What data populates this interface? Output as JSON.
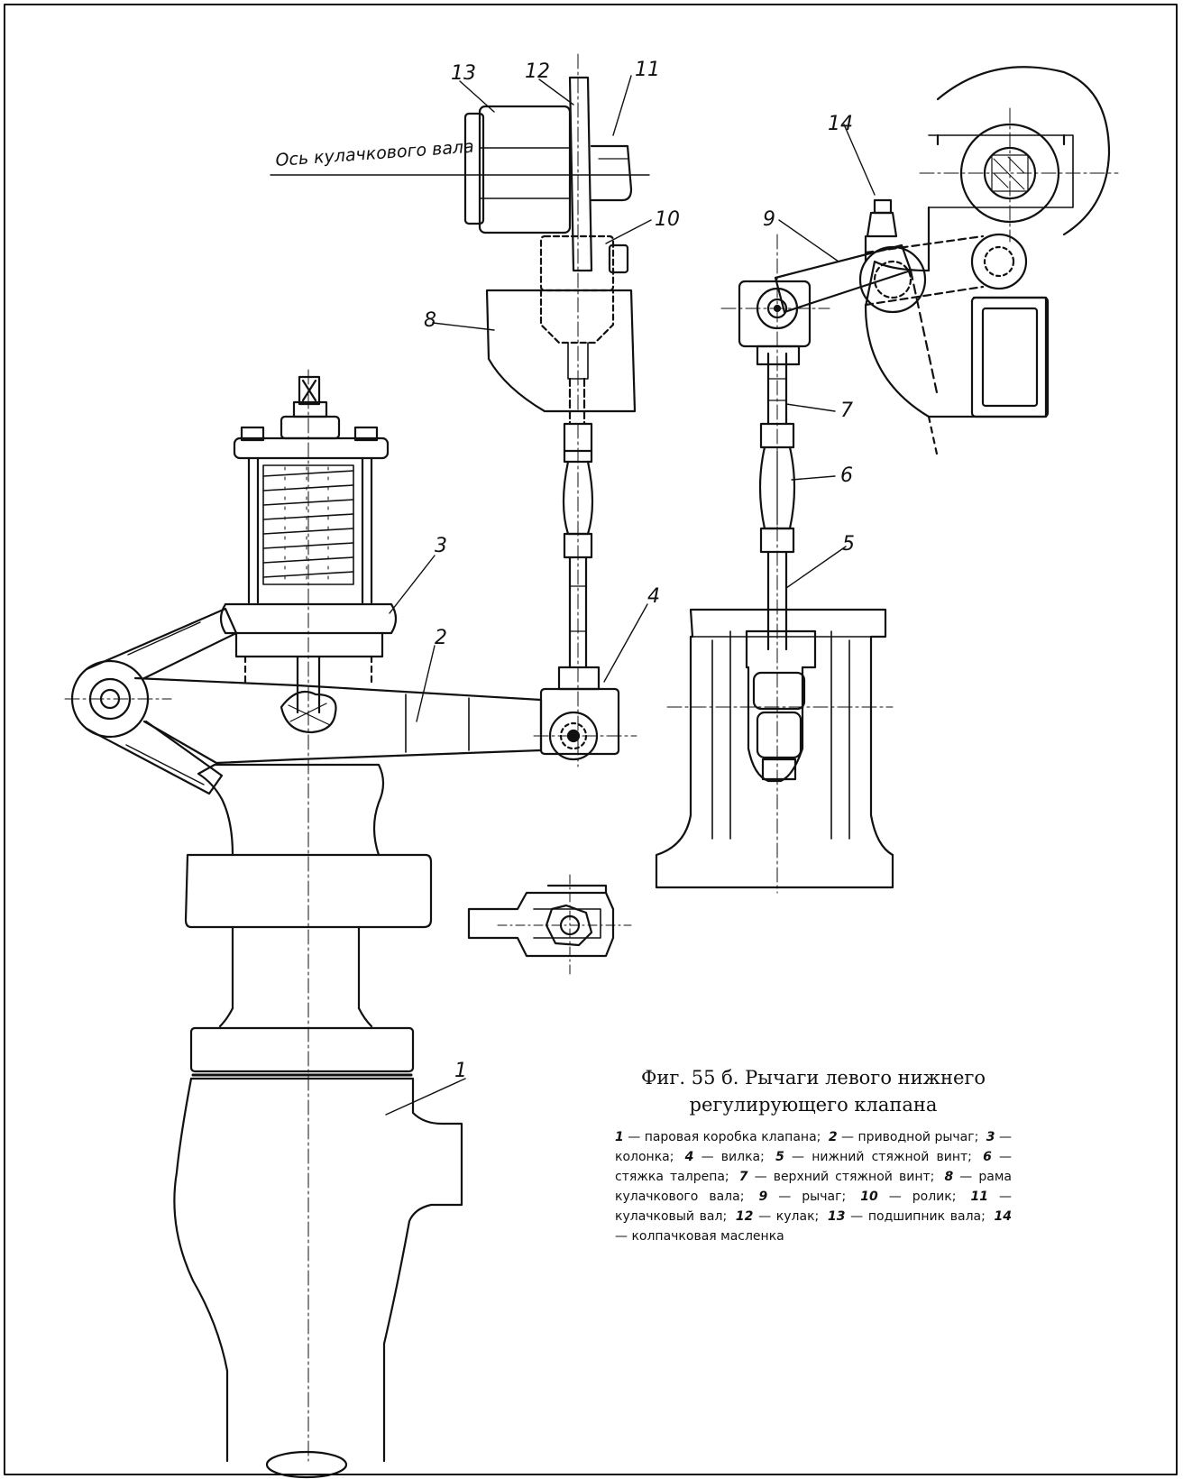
{
  "figure": {
    "title": "Фиг. 55 б. Рычаги левого нижнего регулирующего клапана",
    "axis_label": "Ось кулачкового вала",
    "callouts": [
      "1",
      "2",
      "3",
      "4",
      "5",
      "6",
      "7",
      "8",
      "9",
      "10",
      "11",
      "12",
      "13",
      "14"
    ],
    "legend": [
      {
        "num": "1",
        "text": "паровая коробка клапана;"
      },
      {
        "num": "2",
        "text": "приводной рычаг;"
      },
      {
        "num": "3",
        "text": "колонка;"
      },
      {
        "num": "4",
        "text": "вилка;"
      },
      {
        "num": "5",
        "text": "нижний стяжной винт;"
      },
      {
        "num": "6",
        "text": "стяжка талрепа;"
      },
      {
        "num": "7",
        "text": "верхний стяжной винт;"
      },
      {
        "num": "8",
        "text": "рама кулачкового вала;"
      },
      {
        "num": "9",
        "text": "рычаг;"
      },
      {
        "num": "10",
        "text": "ролик;"
      },
      {
        "num": "11",
        "text": "кулачковый вал;"
      },
      {
        "num": "12",
        "text": "кулак;"
      },
      {
        "num": "13",
        "text": "подшипник вала;"
      },
      {
        "num": "14",
        "text": "колпачковая масленка"
      }
    ]
  }
}
